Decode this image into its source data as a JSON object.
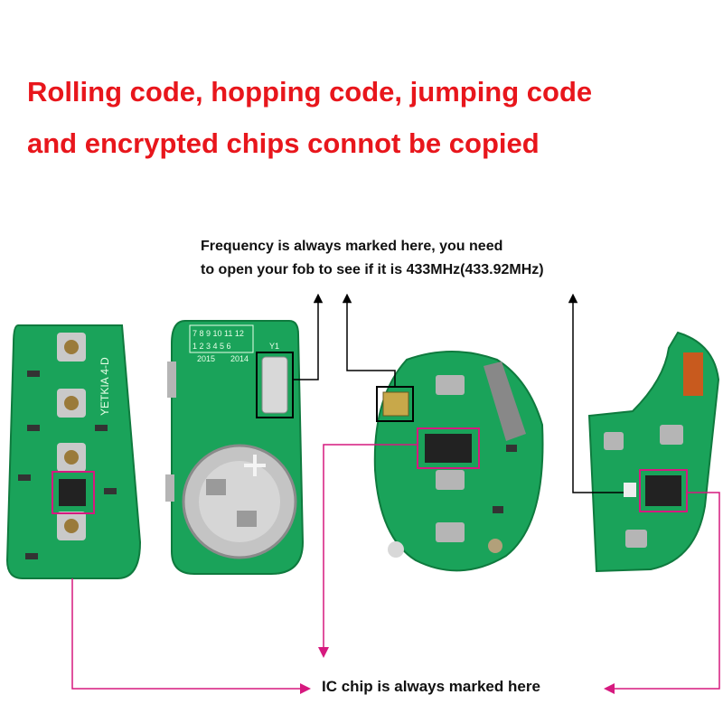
{
  "headline": {
    "line1": "Rolling code, hopping code, jumping code",
    "line2": "and encrypted chips connot be copied"
  },
  "frequency_note": {
    "line1": "Frequency is always marked here, you need",
    "line2": "to open your fob to see if it is 433MHz(433.92MHz)"
  },
  "ic_note": "IC chip is always marked here",
  "board_labels": {
    "yetkia": "YETKIA 4-D",
    "year": "2015",
    "year2": "2014",
    "numbers_top": "7 8 9 10 11 12",
    "numbers_bottom": "1 2 3 4 5 6",
    "crystal": "Y1"
  },
  "colors": {
    "headline": "#e8161c",
    "pcb": "#1aa35a",
    "pcb_dark": "#0f7a3e",
    "marker_black": "#000000",
    "marker_magenta": "#c8207a"
  }
}
